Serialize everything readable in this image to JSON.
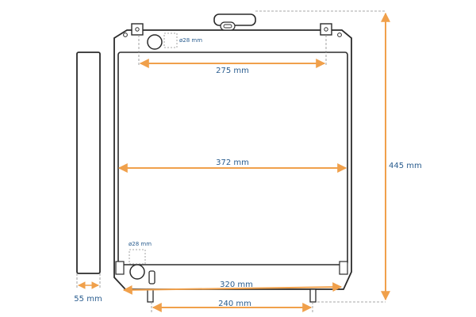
{
  "dimensions": {
    "top_core_width": "275 mm",
    "core_width": "372 mm",
    "height": "445 mm",
    "depth": "55 mm",
    "bottom_width": "320 mm",
    "mount_spacing": "240 mm",
    "top_pipe": "ø28 mm",
    "bottom_pipe": "ø28 mm"
  },
  "colors": {
    "outline": "#2b2b2b",
    "arrow": "#f0a04b",
    "label": "#2a5d8f",
    "dash": "#8a8a8a"
  }
}
